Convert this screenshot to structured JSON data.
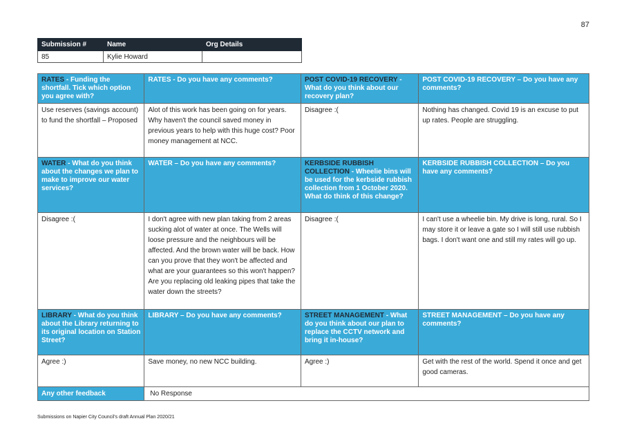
{
  "page_number": "87",
  "submission_table": {
    "headers": [
      "Submission #",
      "Name",
      "Org Details"
    ],
    "row": [
      "85",
      "Kylie Howard",
      ""
    ]
  },
  "rows": [
    {
      "headers": [
        {
          "dark": "RATES",
          "light": " - Funding the shortfall. Tick which option you agree with?"
        },
        {
          "dark": "",
          "light": "RATES - Do you have any comments?"
        },
        {
          "dark": "POST COVID-19 RECOVERY",
          "light": " - What do you think about our recovery plan?"
        },
        {
          "dark": "",
          "light": "POST COVID-19 RECOVERY – Do you have any comments?"
        }
      ],
      "values": [
        "Use reserves (savings account) to fund the shortfall – Proposed",
        "Alot of this work has been going on for years. Why haven't the council saved money in previous years to help with this huge cost? Poor money management at NCC.",
        "Disagree :(",
        "Nothing has changed. Covid 19 is an excuse to put up rates. People are struggling."
      ]
    },
    {
      "headers": [
        {
          "dark": "WATER",
          "light": " - What do you think about the changes we plan to make to improve our water services?"
        },
        {
          "dark": "",
          "light": "WATER – Do you have any comments?"
        },
        {
          "dark": "KERBSIDE RUBBISH COLLECTION",
          "light": " - Wheelie bins will be used for the kerbside rubbish collection from 1 October 2020. What do think of this change?"
        },
        {
          "dark": "",
          "light": "KERBSIDE RUBBISH COLLECTION – Do you have any comments?"
        }
      ],
      "values": [
        "Disagree :(",
        "I don't agree with new plan taking from 2 areas sucking alot of water at once. The Wells will loose pressure and the neighbours will be affected. And the brown water will be back. How can you prove that they won't be affected and what are your guarantees so this won't happen? Are you replacing old leaking pipes that take the water down the streets?",
        "Disagree :(",
        "I can't use a wheelie bin. My drive is long, rural. So I may store it or leave a gate so I will still use rubbish bags. I don't want one and still my rates will go up."
      ]
    },
    {
      "headers": [
        {
          "dark": "LIBRARY",
          "light": " - What do you think about the Library returning to its original location on Station Street?"
        },
        {
          "dark": "",
          "light": "LIBRARY – Do you have any comments?"
        },
        {
          "dark": "STREET MANAGEMENT",
          "light": " - What do you think about our plan to replace the CCTV network and bring it in-house?"
        },
        {
          "dark": "",
          "light": "STREET MANAGEMENT – Do you have any comments?"
        }
      ],
      "values": [
        "Agree :)",
        "Save money, no new NCC building.",
        "Agree :)",
        "Get with the rest of the world. Spend it once and get good cameras."
      ]
    }
  ],
  "other_feedback": {
    "label": "Any other feedback",
    "value": "No Response"
  },
  "footer": "Submissions on Napier City Council's draft Annual Plan 2020/21"
}
